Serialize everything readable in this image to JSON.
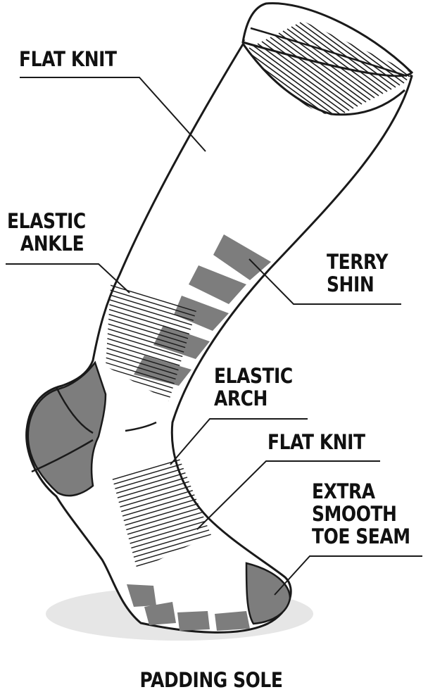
{
  "labels": {
    "flat_knit_top": "FLAT KNIT",
    "elastic_ankle": [
      "ELASTIC",
      "ANKLE"
    ],
    "terry_shin": [
      "TERRY",
      "SHIN"
    ],
    "elastic_arch": [
      "ELASTIC",
      "ARCH"
    ],
    "flat_knit_foot": "FLAT KNIT",
    "extra_smooth_toe_seam": [
      "EXTRA",
      "SMOOTH",
      "TOE SEAM"
    ],
    "padding_sole": "PADDING SOLE"
  },
  "colors": {
    "outline": "#1a1a1a",
    "padding_fill": "#7d7d7d",
    "shadow": "#e6e6e6",
    "text": "#111111"
  }
}
